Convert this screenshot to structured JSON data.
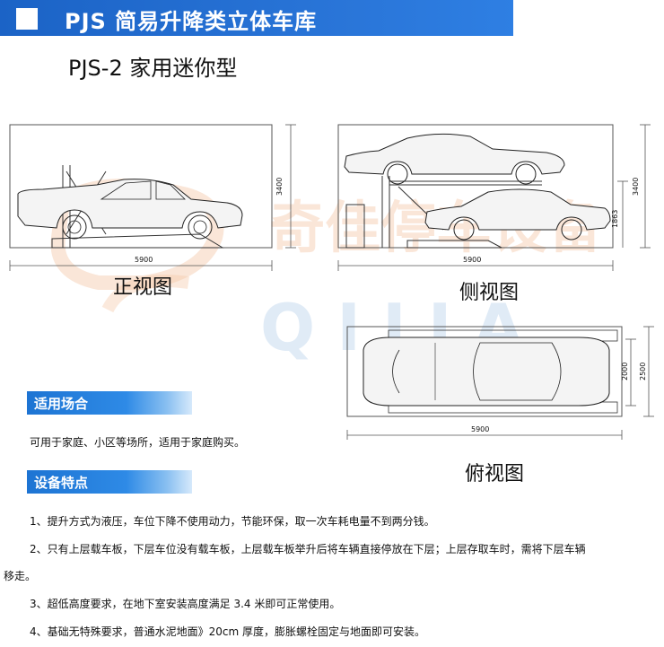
{
  "header": {
    "title": "PJS 简易升降类立体车库",
    "subtitle": "PJS-2 家用迷你型"
  },
  "drawings": {
    "front": {
      "caption": "正视图",
      "width_dim": "5900",
      "height_dim": "3400"
    },
    "side": {
      "caption": "侧视图",
      "width_dim": "5900",
      "height_dim": "3400",
      "mid_dim": "1863"
    },
    "top": {
      "caption": "俯视图",
      "width_dim": "5900",
      "inner_width_dim": "2000",
      "outer_width_dim": "2500"
    }
  },
  "watermark": {
    "brand_cn": "奇佳停车设备",
    "brand_en": "QIJIA"
  },
  "sections": {
    "usage": {
      "heading": "适用场合",
      "text": "可用于家庭、小区等场所，适用于家庭购买。"
    },
    "features": {
      "heading": "设备特点",
      "items": [
        "1、提升方式为液压，车位下降不使用动力，节能环保，取一次车耗电量不到两分钱。",
        "2、只有上层载车板，下层车位没有载车板，上层载车板举升后将车辆直接停放在下层；上层存取车时，需将下层车辆",
        "移走。",
        "3、超低高度要求，在地下室安装高度满足 3.4 米即可正常使用。",
        "4、基础无特殊要求，普通水泥地面》20cm 厚度，膨胀螺栓固定与地面即可安装。"
      ]
    }
  },
  "colors": {
    "banner": "#1b63c6",
    "section_bar": "#1d74d3",
    "watermark_orange": "#f0a070",
    "watermark_blue": "#9fc3e6"
  }
}
